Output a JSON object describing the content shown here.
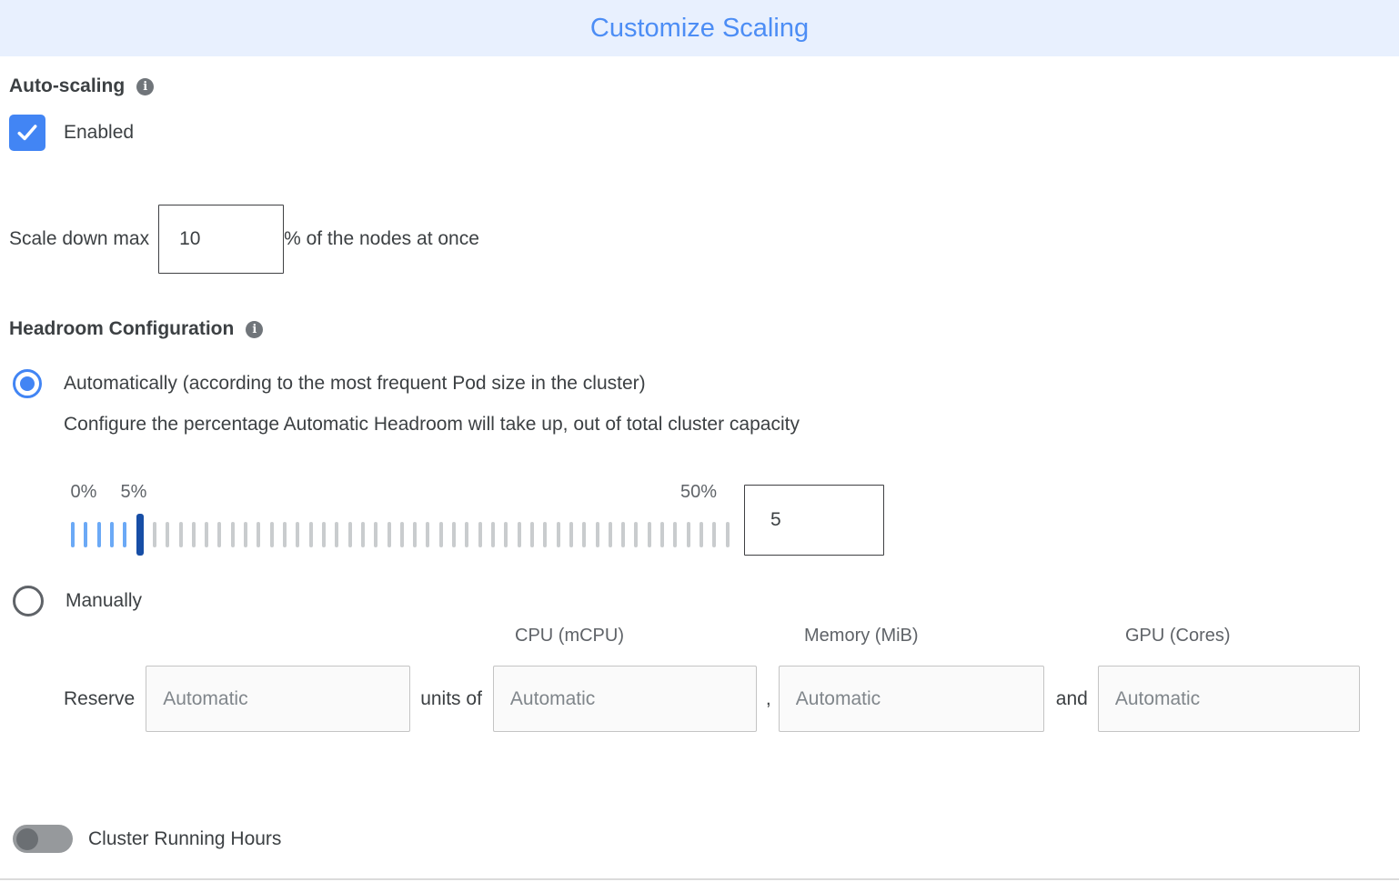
{
  "colors": {
    "accent_blue": "#4285f4",
    "title_blue": "#4c8df5",
    "header_bg": "#e8f0fe",
    "handle_blue": "#174ea6",
    "tick_blue": "#6ba9f6",
    "tick_gray": "#c9ccce",
    "text_dark": "#3c4043",
    "text_gray": "#5f6368"
  },
  "header": {
    "title": "Customize Scaling"
  },
  "auto_scaling": {
    "label": "Auto-scaling",
    "enabled_label": "Enabled",
    "checked": true
  },
  "scale_down": {
    "prefix": "Scale down max",
    "value": "10",
    "suffix": "% of the nodes at once"
  },
  "headroom": {
    "label": "Headroom Configuration",
    "options": {
      "automatic": "Automatically (according to the most frequent Pod size in the cluster)",
      "manual": "Manually"
    },
    "selected_option": "automatic",
    "description": "Configure the percentage Automatic Headroom will take up, out of total cluster capacity",
    "slider": {
      "min_label": "0%",
      "current_label": "5%",
      "max_label": "50%",
      "total_ticks": 51,
      "active_tick": 5,
      "value": "5"
    }
  },
  "manual_reserve": {
    "columns": [
      "CPU (mCPU)",
      "Memory (MiB)",
      "GPU (Cores)"
    ],
    "reserve_label": "Reserve",
    "units_of_label": "units of",
    "separator_comma": ",",
    "separator_and": "and",
    "amount_placeholder": "Automatic",
    "cpu_placeholder": "Automatic",
    "memory_placeholder": "Automatic",
    "gpu_placeholder": "Automatic"
  },
  "cluster_running_hours": {
    "label": "Cluster Running Hours",
    "enabled": false
  }
}
